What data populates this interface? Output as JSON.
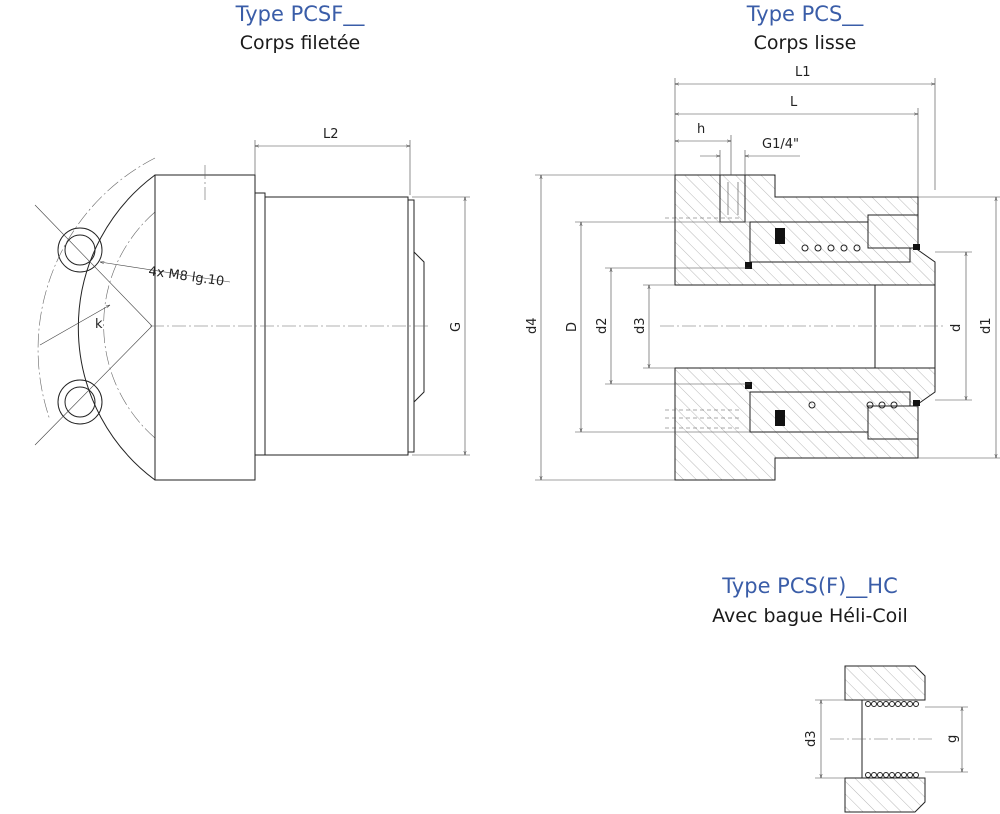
{
  "views": {
    "pcsf": {
      "title": "Type PCSF__",
      "subtitle": "Corps filetée"
    },
    "pcs": {
      "title": "Type PCS__",
      "subtitle": "Corps lisse"
    },
    "hc": {
      "title": "Type PCS(F)__HC",
      "subtitle": "Avec bague Héli-Coil"
    }
  },
  "dimensions": {
    "pcsf": {
      "l2": "L2",
      "g": "G",
      "k": "k",
      "holes": "4x M8 lg.10"
    },
    "pcs": {
      "l1": "L1",
      "l": "L",
      "h": "h",
      "port": "G1/4\"",
      "d4": "d4",
      "D": "D",
      "d2": "d2",
      "d3": "d3",
      "d": "d",
      "d1": "d1"
    },
    "hc": {
      "d3": "d3",
      "g": "g"
    }
  },
  "colors": {
    "title": "#3a5da8",
    "line": "#222222"
  }
}
